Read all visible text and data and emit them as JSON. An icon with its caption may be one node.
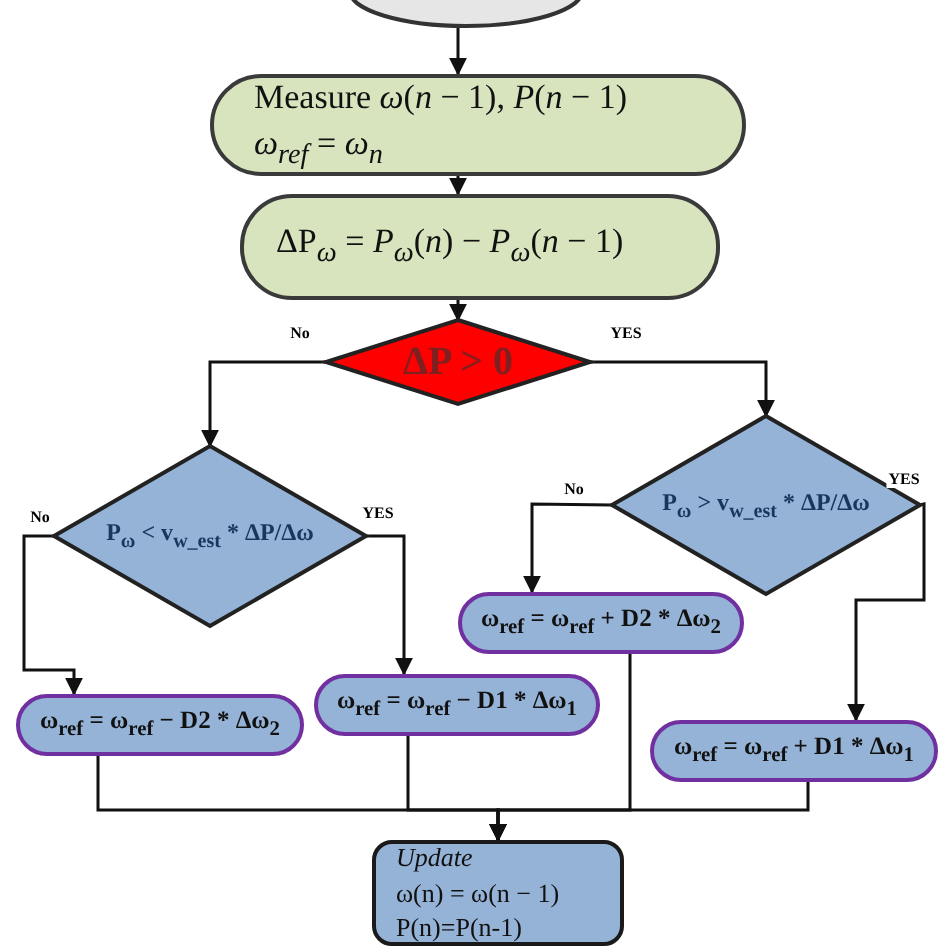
{
  "diagram": {
    "nodes": [
      {
        "text": [],
        "shape": "ellipse"
      },
      {
        "text": [
          "Measure *ω*(*n* − 1), *P*(*n* − 1)",
          "*ω*$_{ref}$ = *ω*$_{n}$"
        ]
      },
      {
        "text": [
          "ΔP$_{ω}$ = *P*$_{ω}$(*n*) − *P*$_{ω}$(*n* − 1)"
        ]
      },
      {
        "text": [
          "ΔP > 0"
        ]
      },
      {
        "text": [
          "P$_{ω}$ < v$_{w_est}$ * ΔP/Δω"
        ]
      },
      {
        "text": [
          "P$_{ω}$ > v$_{w_est}$ * ΔP/Δω"
        ]
      },
      {
        "text": [
          "ω$_{ref}$ = ω$_{ref}$ + D2 * Δω$_{2}$"
        ]
      },
      {
        "text": [
          "ω$_{ref}$ = ω$_{ref}$ − D1 * Δω$_{1}$"
        ]
      },
      {
        "text": [
          "ω$_{ref}$ = ω$_{ref}$ − D2 * Δω$_{2}$"
        ]
      },
      {
        "text": [
          "ω$_{ref}$ = ω$_{ref}$ + D1 * Δω$_{1}$"
        ]
      },
      {
        "text": [
          "Update",
          "ω(n) = ω(n − 1)",
          "P(n)=P(n-1)"
        ]
      }
    ],
    "edges": [
      {
        "from": 0,
        "to": 1,
        "arrow": "to"
      },
      {
        "from": 1,
        "to": 2,
        "arrow": "to"
      },
      {
        "from": 2,
        "to": 3,
        "arrow": "to"
      },
      {
        "from": 3,
        "to": 4,
        "arrow": "to",
        "label": "No"
      },
      {
        "from": 3,
        "to": 5,
        "arrow": "to",
        "label": "YES"
      },
      {
        "from": 4,
        "to": 8,
        "arrow": "to",
        "label": "No"
      },
      {
        "from": 4,
        "to": 7,
        "arrow": "to",
        "label": "YES"
      },
      {
        "from": 5,
        "to": 6,
        "arrow": "to",
        "label": "No"
      },
      {
        "from": 5,
        "to": 9,
        "arrow": "to",
        "label": "YES"
      },
      {
        "from": 8,
        "to": 10,
        "arrow": "to"
      },
      {
        "from": 7,
        "to": 10,
        "arrow": "to"
      },
      {
        "from": 6,
        "to": 10,
        "arrow": "to"
      },
      {
        "from": 9,
        "to": 10,
        "arrow": "to"
      }
    ]
  }
}
